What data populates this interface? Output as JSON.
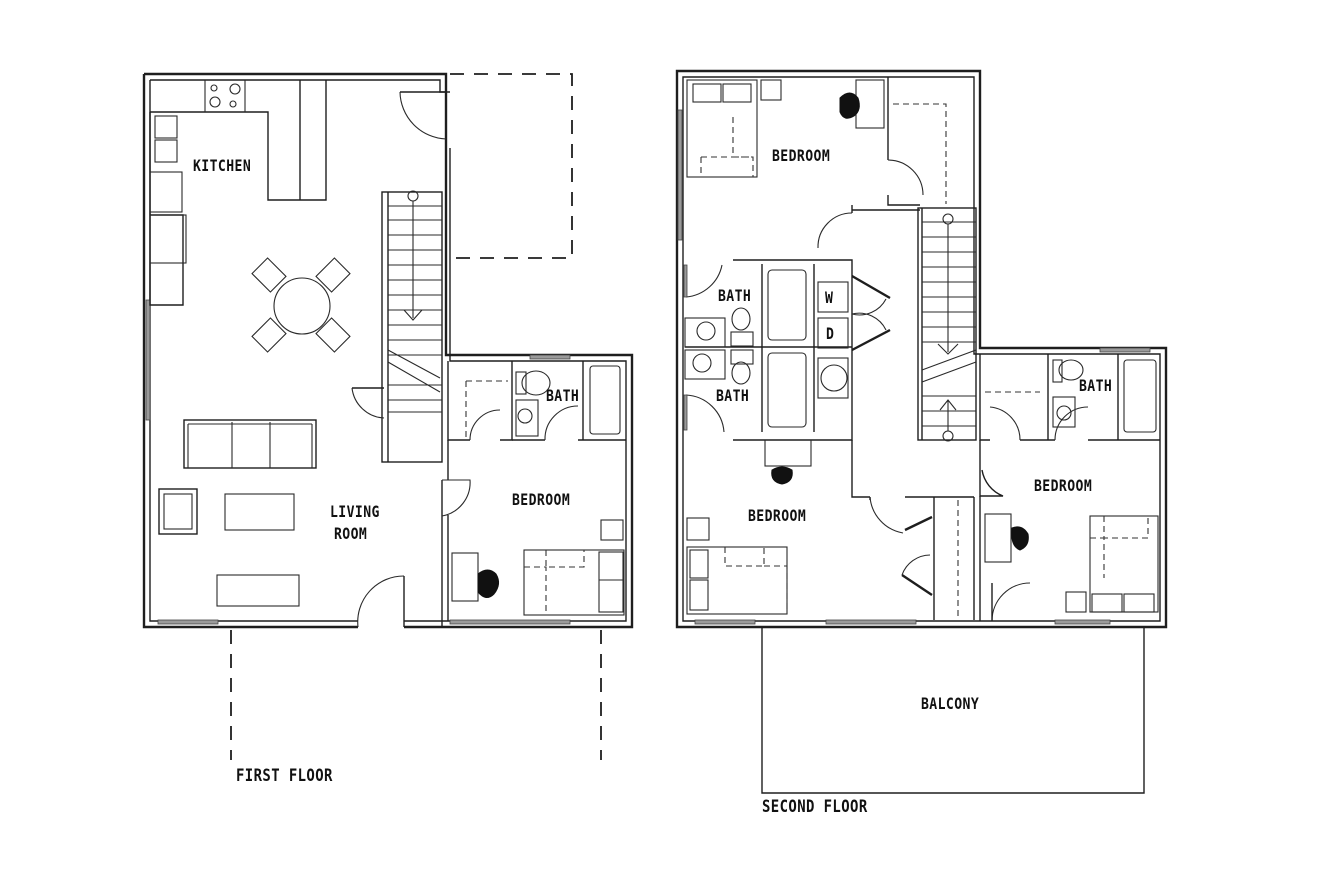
{
  "floors": [
    {
      "title": "FIRST FLOOR",
      "rooms": {
        "kitchen": "KITCHEN",
        "living_line1": "LIVING",
        "living_line2": "ROOM",
        "bath": "BATH",
        "bedroom": "BEDROOM"
      }
    },
    {
      "title": "SECOND FLOOR",
      "rooms": {
        "bedroom_top": "BEDROOM",
        "bath_upper": "BATH",
        "bath_lower": "BATH",
        "washer": "W",
        "dryer": "D",
        "bedroom_left": "BEDROOM",
        "bath_right": "BATH",
        "bedroom_right": "BEDROOM",
        "balcony": "BALCONY"
      }
    }
  ],
  "colors": {
    "line": "#1e1e1e",
    "window": "#9a9a9a",
    "background": "#ffffff"
  }
}
